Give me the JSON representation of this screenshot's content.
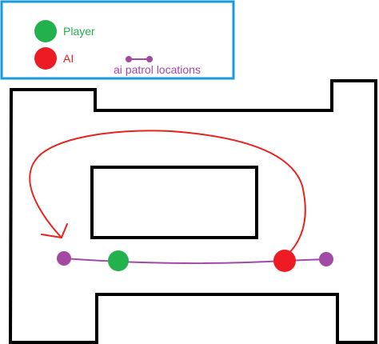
{
  "legend": {
    "player_label": "Player",
    "ai_label": "AI",
    "patrol_label": "ai patrol locations"
  },
  "colors": {
    "player": "#22b14c",
    "ai": "#ed1c24",
    "patrol": "#a349a4",
    "ai_path": "#e8221e",
    "legend_border": "#1a9ad9",
    "walls": "#000000",
    "legend_text_player": "#22b14c",
    "legend_text_ai": "#ed1c24",
    "legend_text_patrol": "#a349a4"
  }
}
